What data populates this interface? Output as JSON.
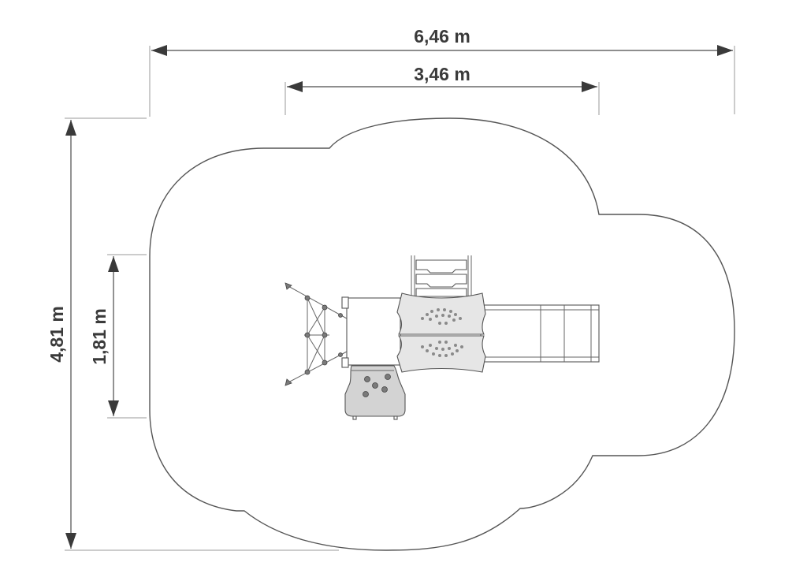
{
  "dimensions": {
    "overall_width": "6,46 m",
    "equipment_width": "3,46 m",
    "overall_depth": "4,81 m",
    "equipment_depth": "1,81 m"
  },
  "colors": {
    "line": "#555555",
    "label": "#3a3a3a",
    "climbing_wall": "#d3d3d3"
  }
}
